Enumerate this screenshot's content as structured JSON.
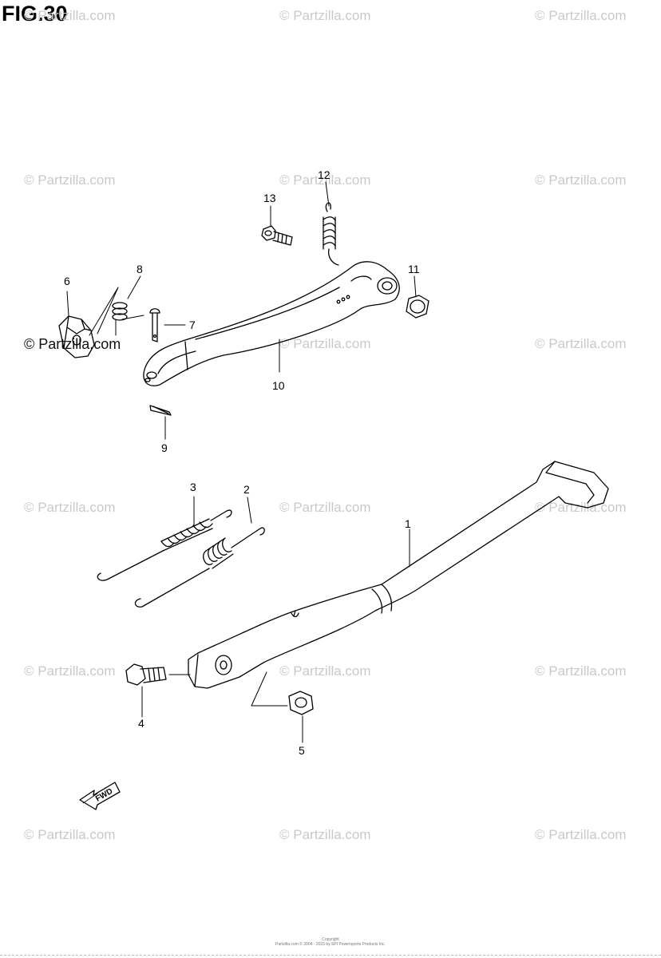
{
  "figure": {
    "title": "FIG.30"
  },
  "watermarks": [
    "© Partzilla.com",
    "© Partzilla.com",
    "© Partzilla.com",
    "© Partzilla.com",
    "© Partzilla.com",
    "© Partzilla.com",
    "© Partzilla.com",
    "© Partzilla.com",
    "© Partzilla.com",
    "© Partzilla.com",
    "© Partzilla.com",
    "© Partzilla.com",
    "© Partzilla.com",
    "© Partzilla.com",
    "© Partzilla.com",
    "© Partzilla.com",
    "© Partzilla.com"
  ],
  "watermark_strong": "© Partzilla.com",
  "callouts": [
    "1",
    "2",
    "3",
    "4",
    "5",
    "6",
    "7",
    "8",
    "9",
    "10",
    "11",
    "12",
    "13"
  ],
  "fwd_label": "FWD",
  "copyright": [
    "Copyright",
    "Partzilla.com © 2004 - 2023 by SPI Powersports Products Inc."
  ],
  "colors": {
    "ink": "#000000",
    "watermark": "#c9c9c9",
    "background": "#ffffff"
  }
}
